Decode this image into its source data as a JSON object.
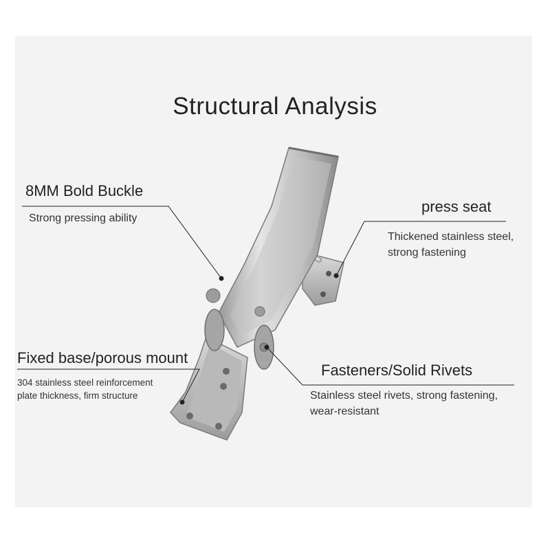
{
  "title": "Structural Analysis",
  "callouts": {
    "buckle": {
      "heading": "8MM Bold Buckle",
      "desc": "Strong pressing ability"
    },
    "press_seat": {
      "heading": "press seat",
      "desc_line1": "Thickened stainless steel,",
      "desc_line2": "strong fastening"
    },
    "base": {
      "heading": "Fixed base/porous mount",
      "desc_line1": "304 stainless steel reinforcement",
      "desc_line2": "plate thickness, firm structure"
    },
    "rivets": {
      "heading": "Fasteners/Solid Rivets",
      "desc_line1": "Stainless steel rivets, strong fastening,",
      "desc_line2": "wear-resistant"
    }
  },
  "colors": {
    "background": "#f3f3f3",
    "text": "#222222",
    "steel_light": "#d9d9d9",
    "steel_dark": "#8c8c8c"
  }
}
